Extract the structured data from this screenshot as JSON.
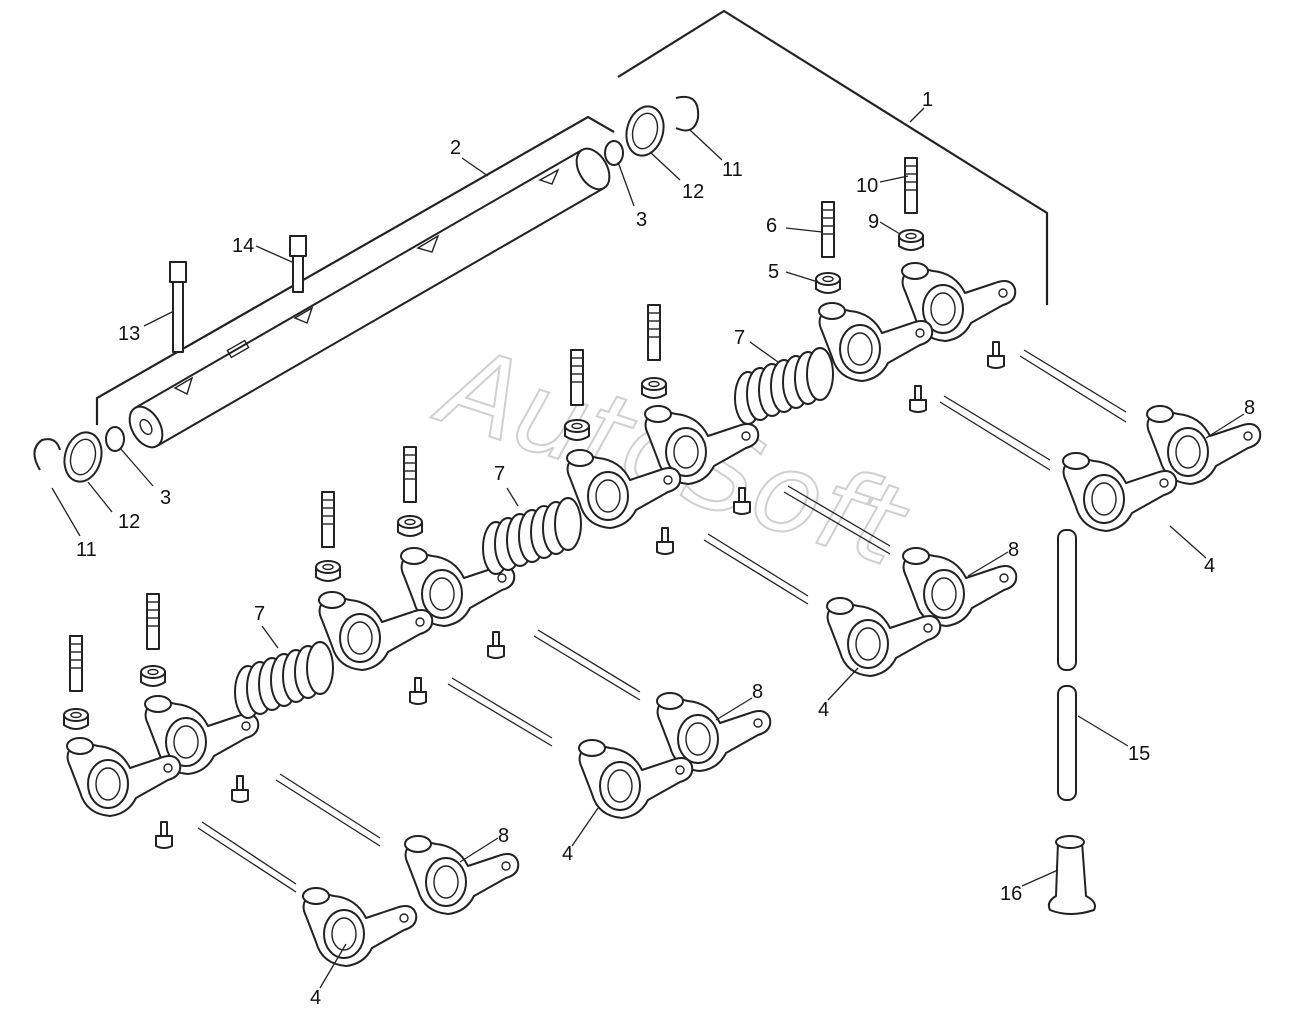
{
  "watermark": "AutoSoft",
  "labels": {
    "l1": "1",
    "l2": "2",
    "l3a": "3",
    "l3b": "3",
    "l4a": "4",
    "l4b": "4",
    "l4c": "4",
    "l4d": "4",
    "l5": "5",
    "l6": "6",
    "l7a": "7",
    "l7b": "7",
    "l7c": "7",
    "l8a": "8",
    "l8b": "8",
    "l8c": "8",
    "l8d": "8",
    "l9": "9",
    "l10": "10",
    "l11a": "11",
    "l11b": "11",
    "l12a": "12",
    "l12b": "12",
    "l13": "13",
    "l14": "14",
    "l15": "15",
    "l16": "16"
  }
}
